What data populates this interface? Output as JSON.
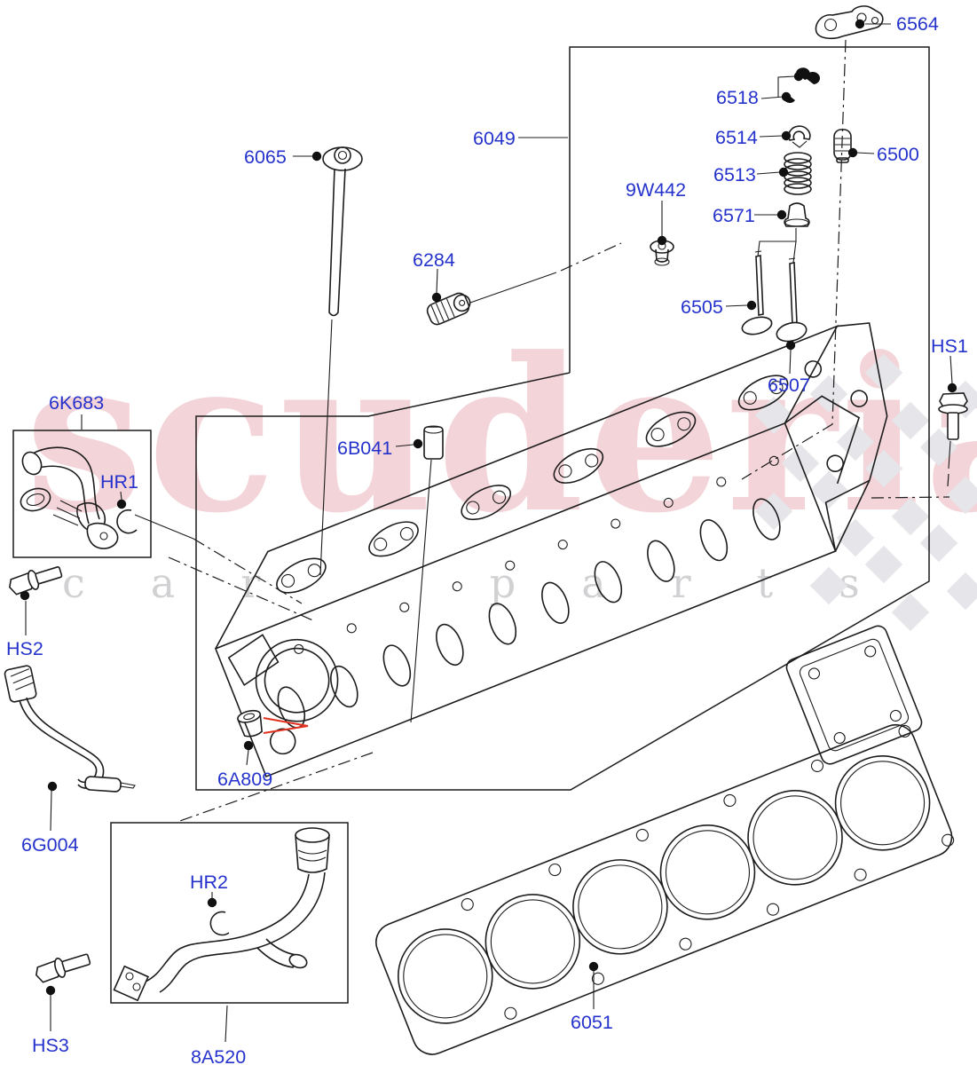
{
  "title": "Cylinder head exploded parts diagram",
  "colors": {
    "label_text": "#2533cc",
    "line": "#1c1c1c",
    "arrow_red": "#e23222",
    "watermark_pink": "#dd7f8d",
    "watermark_gray": "#9a9aa0",
    "background": "#ffffff"
  },
  "watermark": {
    "word1": "scuderia",
    "word2": "car parts"
  },
  "diagram": {
    "labels": [
      {
        "id": "6564",
        "text": "6564",
        "part": "rocker-arm"
      },
      {
        "id": "6518",
        "text": "6518",
        "part": "valve-collets"
      },
      {
        "id": "6514",
        "text": "6514",
        "part": "valve-spring-retainer"
      },
      {
        "id": "6513",
        "text": "6513",
        "part": "valve-spring"
      },
      {
        "id": "6571",
        "text": "6571",
        "part": "valve-stem-seal"
      },
      {
        "id": "6500",
        "text": "6500",
        "part": "tappet"
      },
      {
        "id": "9W442",
        "text": "9W442",
        "part": "plug"
      },
      {
        "id": "6505",
        "text": "6505",
        "part": "intake-valve"
      },
      {
        "id": "6507",
        "text": "6507",
        "part": "exhaust-valve"
      },
      {
        "id": "6049",
        "text": "6049",
        "part": "cylinder-head"
      },
      {
        "id": "6065",
        "text": "6065",
        "part": "cylinder-head-bolt"
      },
      {
        "id": "6284",
        "text": "6284",
        "part": "plug"
      },
      {
        "id": "HS1",
        "text": "HS1",
        "part": "screw"
      },
      {
        "id": "6B041",
        "text": "6B041",
        "part": "dowel-pin"
      },
      {
        "id": "6K683",
        "text": "6K683",
        "part": "egr-tube"
      },
      {
        "id": "HR1",
        "text": "HR1",
        "part": "retaining-ring"
      },
      {
        "id": "HS2",
        "text": "HS2",
        "part": "screw"
      },
      {
        "id": "6G004",
        "text": "6G004",
        "part": "temperature-sensor"
      },
      {
        "id": "6A809",
        "text": "6A809",
        "part": "plug"
      },
      {
        "id": "HR2",
        "text": "HR2",
        "part": "retaining-ring"
      },
      {
        "id": "HS3",
        "text": "HS3",
        "part": "screw"
      },
      {
        "id": "8A520",
        "text": "8A520",
        "part": "coolant-tube"
      },
      {
        "id": "6051",
        "text": "6051",
        "part": "head-gasket"
      }
    ]
  }
}
